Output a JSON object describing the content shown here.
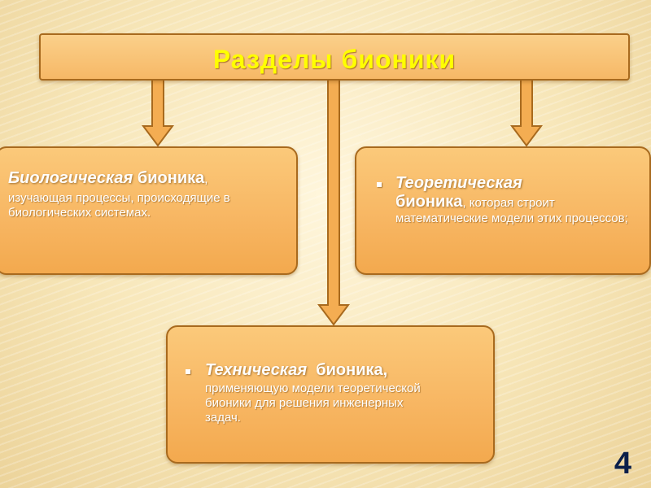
{
  "title": "Разделы бионики",
  "boxes": {
    "biological": {
      "heading_italic": "Биологическая",
      "heading_rest": " бионика",
      "trail": ",",
      "text": "изучающая процессы, происходящие в биологических системах."
    },
    "theoretical": {
      "heading_line1": "Теоретическая",
      "heading_line2": "бионика",
      "text_inline": ", которая строит",
      "text": "математические модели этих процессов;"
    },
    "technical": {
      "heading_italic": "Техническая",
      "heading_rest": "  бионика,",
      "text": "применяющую модели теоретической бионики для решения инженерных задач."
    }
  },
  "page_number": "4",
  "colors": {
    "box_fill": "#f7b561",
    "box_border": "#a86a1e",
    "title_text": "#ffff00",
    "body_text": "#ffffff",
    "page_number": "#0a1f4a"
  },
  "icons": [
    "arrow-down-icon",
    "bullet-icon"
  ]
}
